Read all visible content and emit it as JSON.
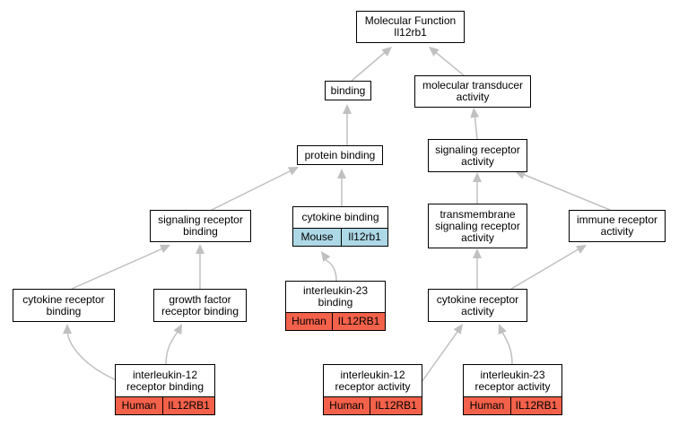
{
  "colors": {
    "human": "#f4614a",
    "mouse": "#add8e6",
    "edge": "#c0c0c0"
  },
  "nodes": {
    "root": {
      "label": "Molecular Function\nIl12rb1"
    },
    "binding": {
      "label": "binding"
    },
    "mta": {
      "label": "molecular transducer\nactivity"
    },
    "protein_binding": {
      "label": "protein binding"
    },
    "sra": {
      "label": "signaling receptor\nactivity"
    },
    "srb": {
      "label": "signaling receptor\nbinding"
    },
    "cytokine_binding": {
      "label": "cytokine binding",
      "species": "Mouse",
      "gene": "Il12rb1"
    },
    "tsra": {
      "label": "transmembrane\nsignaling receptor\nactivity"
    },
    "ira": {
      "label": "immune receptor\nactivity"
    },
    "crb": {
      "label": "cytokine receptor\nbinding"
    },
    "gfrb": {
      "label": "growth factor\nreceptor binding"
    },
    "il23b": {
      "label": "interleukin-23\nbinding",
      "species": "Human",
      "gene": "IL12RB1"
    },
    "cra": {
      "label": "cytokine receptor\nactivity"
    },
    "il12rb": {
      "label": "interleukin-12\nreceptor binding",
      "species": "Human",
      "gene": "IL12RB1"
    },
    "il12ra": {
      "label": "interleukin-12\nreceptor activity",
      "species": "Human",
      "gene": "IL12RB1"
    },
    "il23ra": {
      "label": "interleukin-23\nreceptor activity",
      "species": "Human",
      "gene": "IL12RB1"
    }
  }
}
